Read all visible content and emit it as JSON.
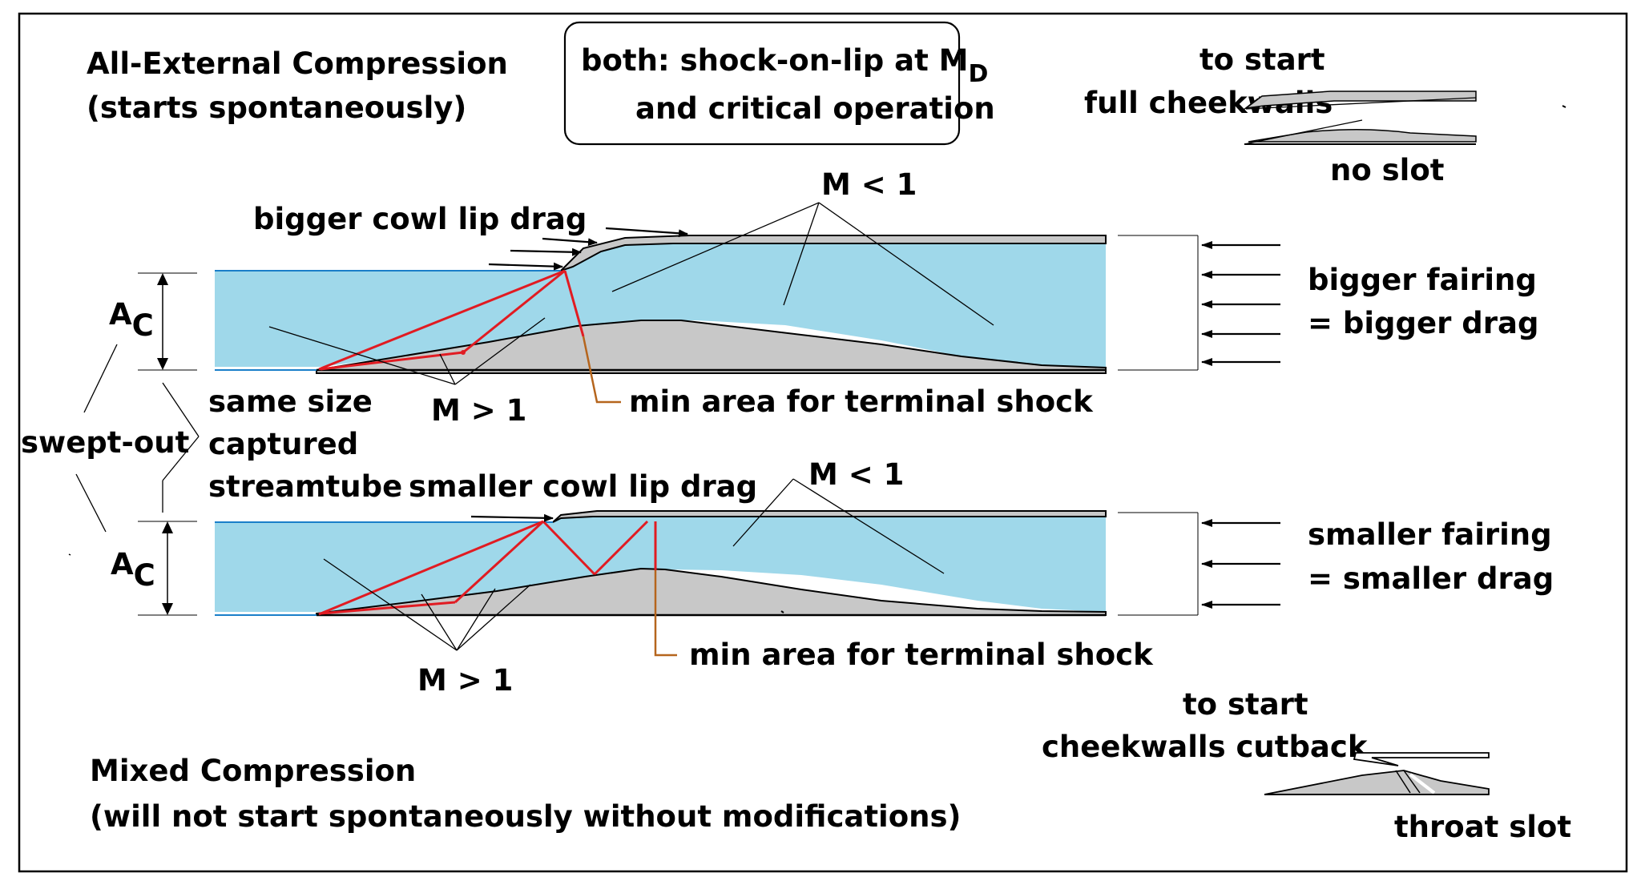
{
  "titles": {
    "external_line1": "All-External Compression",
    "external_line2": "(starts spontaneously)",
    "mixed_line1": "Mixed Compression",
    "mixed_line2": "(will not start spontaneously without modifications)"
  },
  "box": {
    "line1": "both:  shock-on-lip at M",
    "line1_sub": "D",
    "line2": "and critical operation"
  },
  "top_right": {
    "line1": "to start",
    "line2": "full cheekwalls",
    "line3": "no slot"
  },
  "bottom_right": {
    "line1": "to start",
    "line2": "cheekwalls cutback",
    "line3": "throat slot"
  },
  "upper": {
    "lip_drag": "bigger cowl lip drag",
    "subsonic": "M < 1",
    "supersonic": "M > 1",
    "min_area": "min area for terminal shock",
    "fairing_line1": "bigger fairing",
    "fairing_line2": "= bigger drag"
  },
  "lower": {
    "lip_drag": "smaller cowl lip drag",
    "subsonic": "M < 1",
    "supersonic": "M > 1",
    "min_area": "min area for terminal shock",
    "fairing_line1": "smaller fairing",
    "fairing_line2": "= smaller drag"
  },
  "left": {
    "ac_upper": "A",
    "ac_upper_sub": "C",
    "ac_lower": "A",
    "ac_lower_sub": "C",
    "swept_out": "swept-out",
    "same_line1": "same size",
    "same_line2": "captured",
    "same_line3": "streamtube"
  },
  "colors": {
    "flow": "#9fd8ea",
    "body": "#c8c8c8",
    "shock": "#e11b22",
    "leader": "#b5651d"
  }
}
